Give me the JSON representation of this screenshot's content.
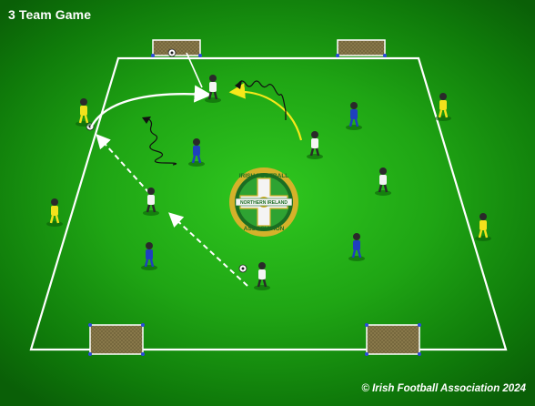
{
  "title": "3 Team Game",
  "copyright": "© Irish Football Association 2024",
  "logo": {
    "top_text": "IRISH FOOTBALL",
    "middle_text": "NORTHERN IRELAND",
    "bottom_text": "ASSOCIATION"
  },
  "colors": {
    "pitch": "#1fa514",
    "lines": "#ffffff",
    "team_yellow": "#f2e21c",
    "team_blue": "#1f3fbf",
    "team_white": "#f4f4f4",
    "run_arrow": "#f5e81a",
    "goal_net": "#8a7a4c",
    "logo_gold": "#d4b22a",
    "logo_green": "#1b6d22"
  }
}
